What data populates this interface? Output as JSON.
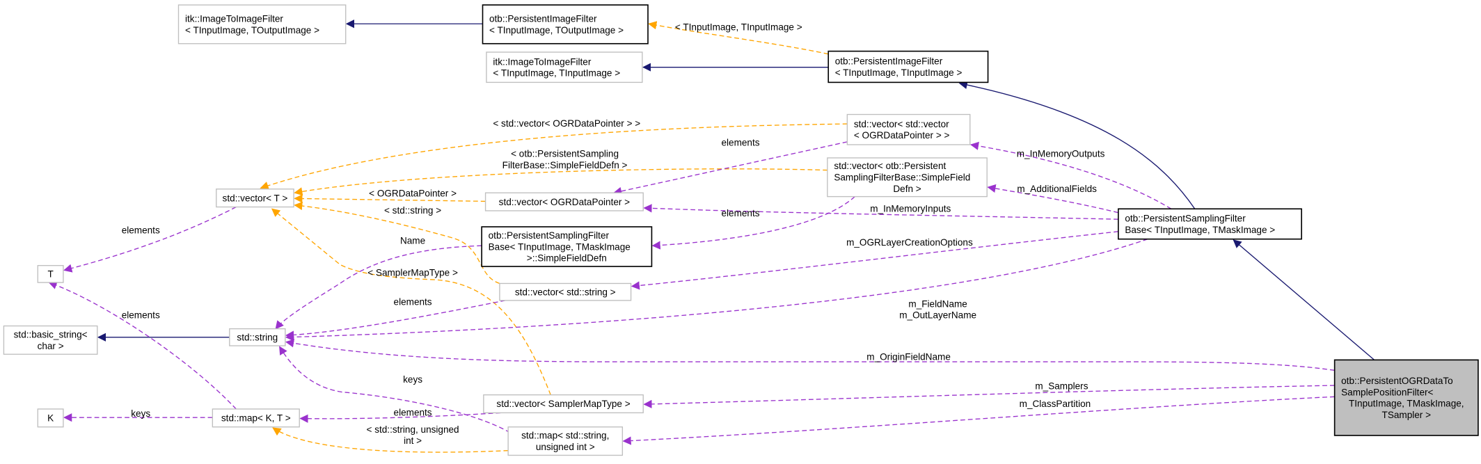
{
  "colors": {
    "inheritance": "#191970",
    "template": "#ffa500",
    "usage": "#9a32cd",
    "node_border_external": "#bfbfbf",
    "node_border_documented": "#000000",
    "focus_fill": "#bfbfbf"
  },
  "nodes": [
    {
      "id": "itk_out",
      "lines": [
        "itk::ImageToImageFilter",
        "< TInputImage, TOutputImage >"
      ],
      "style": "external"
    },
    {
      "id": "pif_out",
      "lines": [
        "otb::PersistentImageFilter",
        "< TInputImage, TOutputImage >"
      ],
      "style": "documented"
    },
    {
      "id": "itk_in",
      "lines": [
        "itk::ImageToImageFilter",
        "< TInputImage, TInputImage >"
      ],
      "style": "external"
    },
    {
      "id": "pif_in",
      "lines": [
        "otb::PersistentImageFilter",
        "< TInputImage, TInputImage >"
      ],
      "style": "documented"
    },
    {
      "id": "vecvec",
      "lines": [
        "std::vector< std::vector",
        "< OGRDataPointer > >"
      ],
      "style": "external"
    },
    {
      "id": "vecsfd",
      "lines": [
        "std::vector< otb::Persistent",
        "SamplingFilterBase::SimpleField",
        "Defn >"
      ],
      "style": "external"
    },
    {
      "id": "psfb",
      "lines": [
        "otb::PersistentSamplingFilter",
        "Base< TInputImage, TMaskImage >"
      ],
      "style": "documented"
    },
    {
      "id": "vecT",
      "lines": [
        "std::vector< T >"
      ],
      "style": "external"
    },
    {
      "id": "vecOGR",
      "lines": [
        "std::vector< OGRDataPointer >"
      ],
      "style": "external"
    },
    {
      "id": "sfd",
      "lines": [
        "otb::PersistentSamplingFilter",
        "Base< TInputImage, TMaskImage",
        ">::SimpleFieldDefn"
      ],
      "style": "documented"
    },
    {
      "id": "T",
      "lines": [
        "T"
      ],
      "style": "external"
    },
    {
      "id": "vecstr",
      "lines": [
        "std::vector< std::string >"
      ],
      "style": "external"
    },
    {
      "id": "basicstr",
      "lines": [
        "std::basic_string<",
        "char >"
      ],
      "style": "external"
    },
    {
      "id": "stdstr",
      "lines": [
        "std::string"
      ],
      "style": "external"
    },
    {
      "id": "target",
      "lines": [
        "otb::PersistentOGRDataTo",
        "SamplePositionFilter<",
        "TInputImage, TMaskImage,",
        "TSampler >"
      ],
      "style": "focus"
    },
    {
      "id": "K",
      "lines": [
        "K"
      ],
      "style": "external"
    },
    {
      "id": "map",
      "lines": [
        "std::map< K, T >"
      ],
      "style": "external"
    },
    {
      "id": "vecSMT",
      "lines": [
        "std::vector< SamplerMapType >"
      ],
      "style": "external"
    },
    {
      "id": "mapstr",
      "lines": [
        "std::map< std::string,",
        "unsigned int >"
      ],
      "style": "external"
    }
  ],
  "edges": [
    {
      "id": "e1",
      "from": "pif_out",
      "to": "itk_out",
      "kind": "inheritance",
      "label": []
    },
    {
      "id": "e2",
      "from": "pif_in",
      "to": "pif_out",
      "kind": "template",
      "label": [
        "< TInputImage, TInputImage >"
      ]
    },
    {
      "id": "e3",
      "from": "pif_in",
      "to": "itk_in",
      "kind": "inheritance",
      "label": []
    },
    {
      "id": "e4",
      "from": "psfb",
      "to": "pif_in",
      "kind": "inheritance",
      "label": []
    },
    {
      "id": "e5",
      "from": "target",
      "to": "psfb",
      "kind": "inheritance",
      "label": []
    },
    {
      "id": "e6",
      "from": "vecvec",
      "to": "vecT",
      "kind": "template",
      "label": [
        "< std::vector< OGRDataPointer > >"
      ]
    },
    {
      "id": "e7",
      "from": "vecsfd",
      "to": "vecT",
      "kind": "template",
      "label": [
        "< otb::PersistentSampling",
        "FilterBase::SimpleFieldDefn >"
      ]
    },
    {
      "id": "e8",
      "from": "vecOGR",
      "to": "vecT",
      "kind": "template",
      "label": [
        "< OGRDataPointer >"
      ]
    },
    {
      "id": "e9",
      "from": "vecstr",
      "to": "vecT",
      "kind": "template",
      "label": [
        "< std::string >"
      ]
    },
    {
      "id": "e10",
      "from": "vecSMT",
      "to": "vecT",
      "kind": "template",
      "label": [
        "< SamplerMapType >"
      ]
    },
    {
      "id": "e11",
      "from": "mapstr",
      "to": "map",
      "kind": "template",
      "label": [
        "< std::string, unsigned",
        "int >"
      ]
    },
    {
      "id": "e12",
      "from": "vecvec",
      "to": "vecOGR",
      "kind": "usage",
      "label": [
        "elements"
      ]
    },
    {
      "id": "e13",
      "from": "vecsfd",
      "to": "sfd",
      "kind": "usage",
      "label": [
        "elements"
      ]
    },
    {
      "id": "e14",
      "from": "psfb",
      "to": "vecvec",
      "kind": "usage",
      "label": [
        "m_InMemoryOutputs"
      ]
    },
    {
      "id": "e15",
      "from": "psfb",
      "to": "vecsfd",
      "kind": "usage",
      "label": [
        "m_AdditionalFields"
      ]
    },
    {
      "id": "e16",
      "from": "psfb",
      "to": "vecOGR",
      "kind": "usage",
      "label": [
        "m_InMemoryInputs"
      ]
    },
    {
      "id": "e17",
      "from": "psfb",
      "to": "vecstr",
      "kind": "usage",
      "label": [
        "m_OGRLayerCreationOptions"
      ]
    },
    {
      "id": "e18",
      "from": "psfb",
      "to": "stdstr",
      "kind": "usage",
      "label": [
        "m_FieldName",
        "m_OutLayerName"
      ]
    },
    {
      "id": "e19",
      "from": "target",
      "to": "stdstr",
      "kind": "usage",
      "label": [
        "m_OriginFieldName"
      ]
    },
    {
      "id": "e20",
      "from": "target",
      "to": "vecSMT",
      "kind": "usage",
      "label": [
        "m_Samplers"
      ]
    },
    {
      "id": "e21",
      "from": "target",
      "to": "mapstr",
      "kind": "usage",
      "label": [
        "m_ClassPartition"
      ]
    },
    {
      "id": "e22",
      "from": "vecT",
      "to": "T",
      "kind": "usage",
      "label": [
        "elements"
      ]
    },
    {
      "id": "e23",
      "from": "sfd",
      "to": "stdstr",
      "kind": "usage",
      "label": [
        "Name"
      ]
    },
    {
      "id": "e24",
      "from": "vecstr",
      "to": "stdstr",
      "kind": "usage",
      "label": [
        "elements"
      ]
    },
    {
      "id": "e25",
      "from": "stdstr",
      "to": "basicstr",
      "kind": "inheritance",
      "label": []
    },
    {
      "id": "e26",
      "from": "map",
      "to": "T",
      "kind": "usage",
      "label": [
        "elements"
      ]
    },
    {
      "id": "e27",
      "from": "map",
      "to": "K",
      "kind": "usage",
      "label": [
        "keys"
      ]
    },
    {
      "id": "e28",
      "from": "vecSMT",
      "to": "map",
      "kind": "usage",
      "label": [
        "elements"
      ]
    },
    {
      "id": "e29",
      "from": "mapstr",
      "to": "stdstr",
      "kind": "usage",
      "label": [
        "keys"
      ]
    }
  ]
}
